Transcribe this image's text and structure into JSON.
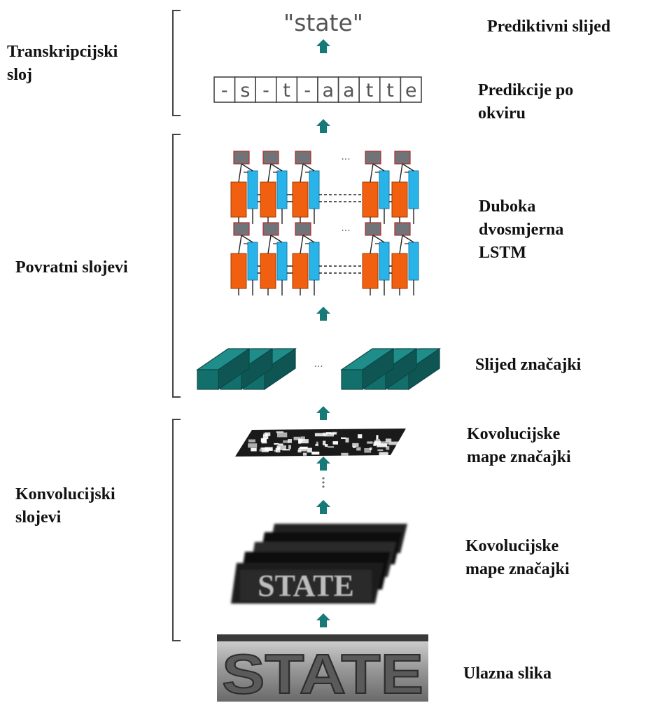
{
  "groups": {
    "transcription": "Transkripcijski\nsloj",
    "recurrent": "Povratni slojevi",
    "convolutional": "Konvolucijski\nslojevi"
  },
  "stages": {
    "predicted_sequence": "Prediktivni slijed",
    "frame_predictions": "Predikcije po\nokviru",
    "deep_bilstm": "Duboka\ndvosmjerna\nLSTM",
    "feature_sequence": "Slijed značajki",
    "conv_maps_top": "Kovolucijske\nmape značajki",
    "conv_maps_bottom": "Kovolucijske\nmape značajki",
    "input_image": "Ulazna slika"
  },
  "output_text": "\"state\"",
  "frame_chars": [
    "-",
    "s",
    "-",
    "t",
    "-",
    "a",
    "a",
    "t",
    "t",
    "e"
  ],
  "input_word": "STATE",
  "ellipsis": "...",
  "colors": {
    "arrow": "#187a78",
    "feature_top": "#1f8d8a",
    "feature_front": "#136f6c",
    "feature_side": "#0e5553",
    "lstm_orange": "#f06010",
    "lstm_blue": "#28b4e8",
    "lstm_gray": "#707478",
    "lstm_gray_border": "#b03030"
  }
}
